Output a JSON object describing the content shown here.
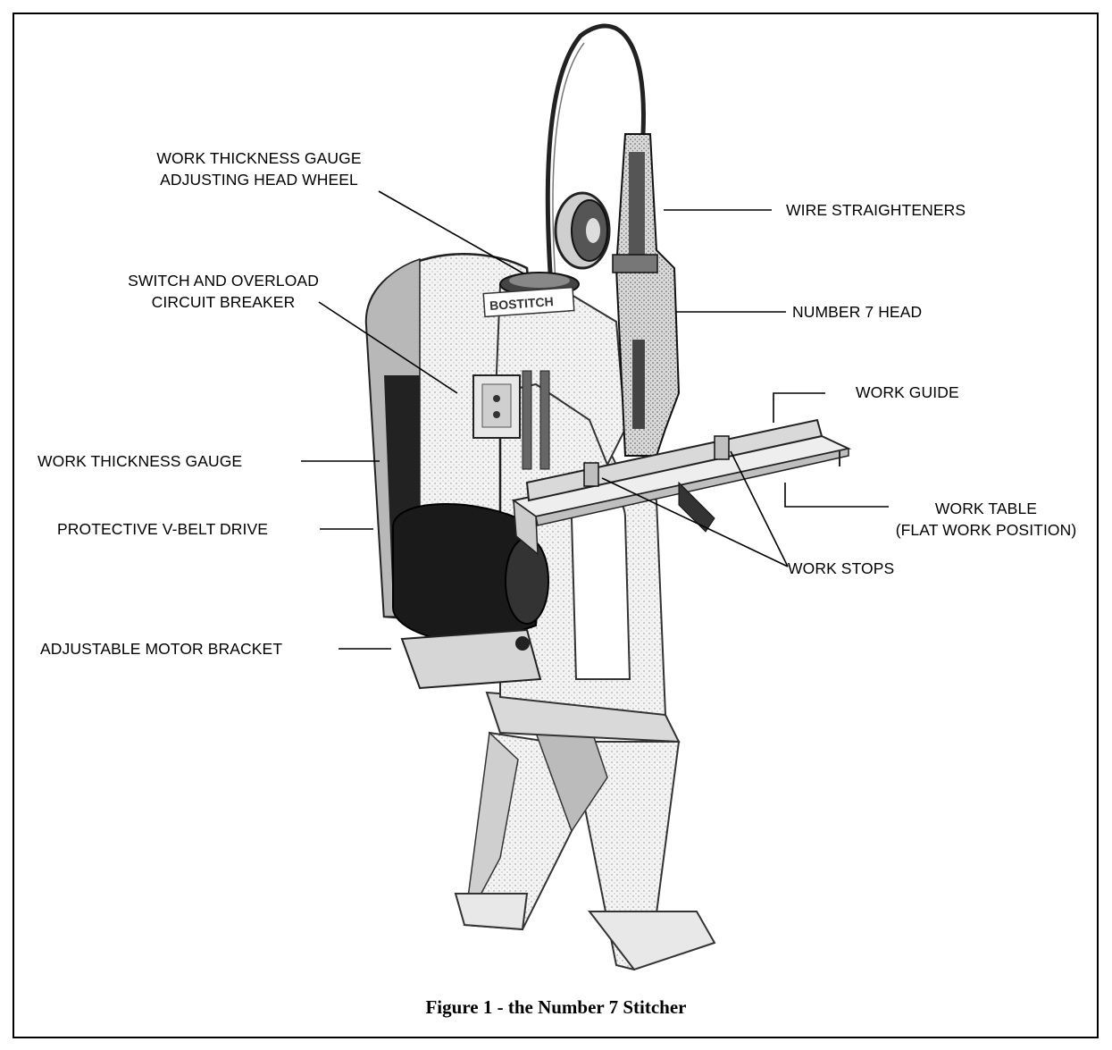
{
  "labels": {
    "thickness_wheel_1": "WORK THICKNESS GAUGE",
    "thickness_wheel_2": "ADJUSTING HEAD WHEEL",
    "switch_1": "SWITCH AND OVERLOAD",
    "switch_2": "CIRCUIT BREAKER",
    "thickness_gauge": "WORK THICKNESS GAUGE",
    "vbelt": "PROTECTIVE V-BELT DRIVE",
    "motor_bracket": "ADJUSTABLE MOTOR BRACKET",
    "wire_straighteners": "WIRE STRAIGHTENERS",
    "head": "NUMBER 7 HEAD",
    "work_guide": "WORK GUIDE",
    "work_table_1": "WORK TABLE",
    "work_table_2": "(FLAT WORK POSITION)",
    "work_stops": "WORK STOPS"
  },
  "caption": "Figure 1 - the Number 7 Stitcher",
  "machine_plate": "BOSTITCH"
}
